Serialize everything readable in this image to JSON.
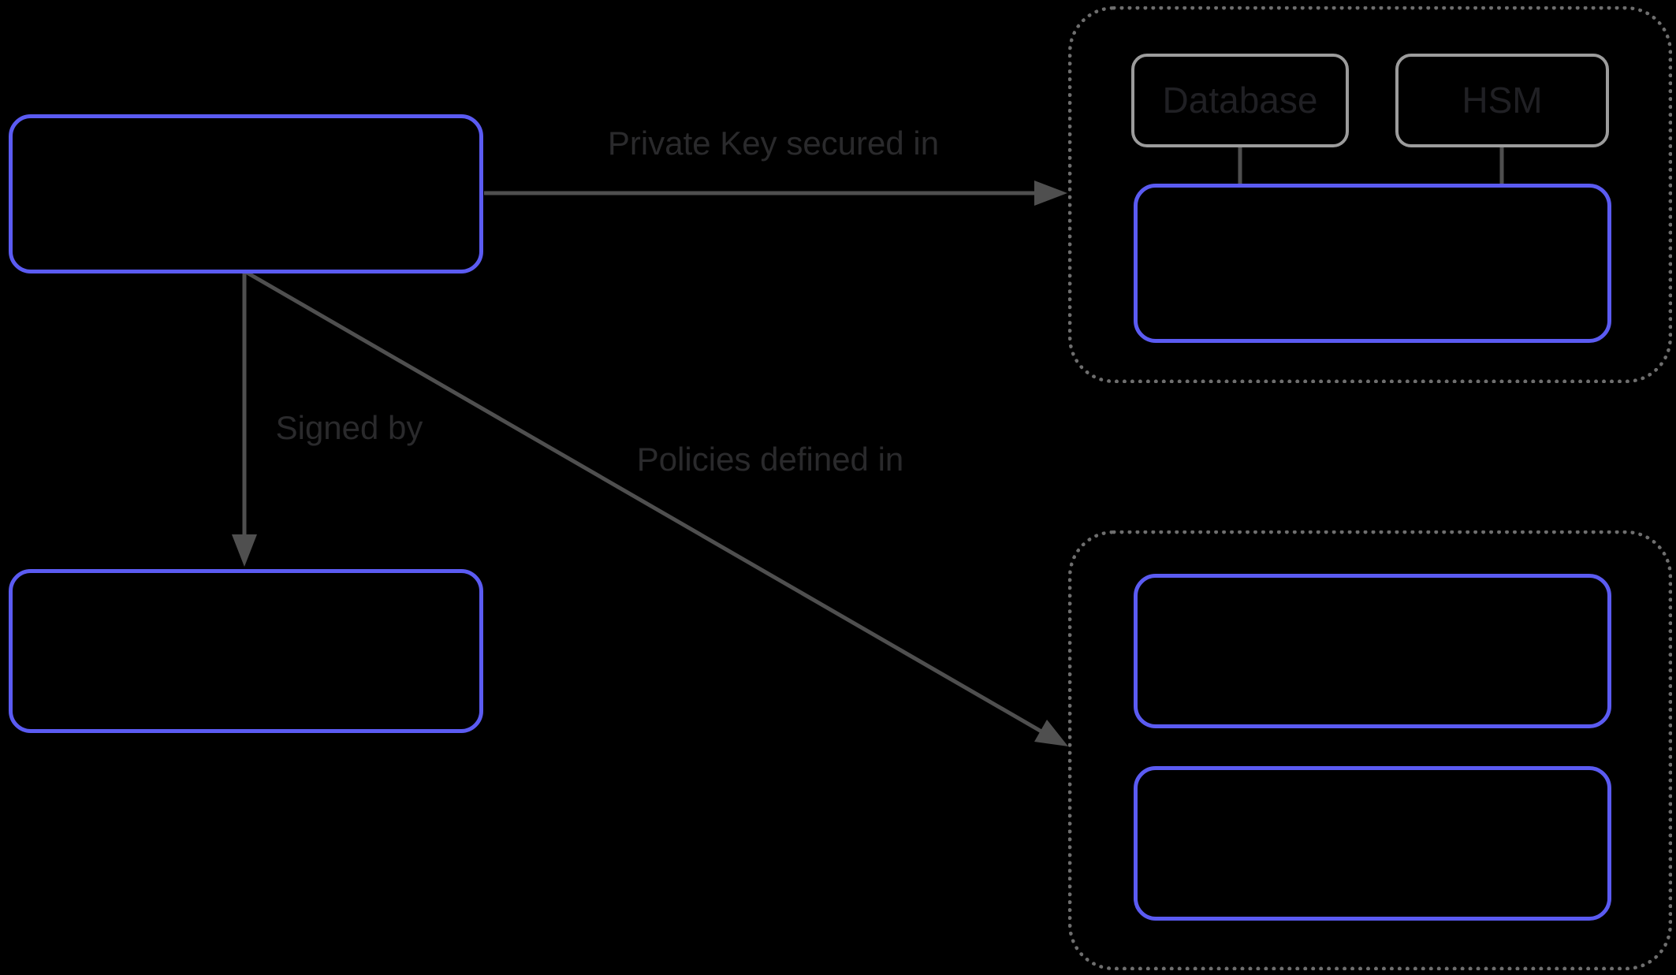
{
  "diagram": {
    "background": "#000000",
    "colors": {
      "node_border_blue": "#5b5bf2",
      "node_border_gray": "#9c9c9c",
      "container_dotted_gray": "#6e6e6e",
      "arrow_gray": "#4f4f4f",
      "edge_label_text": "#2a2a2c",
      "box_label_text": "#202024"
    },
    "nodes": {
      "main_box": {
        "label": ""
      },
      "signed_box": {
        "label": ""
      },
      "database_box": {
        "label": "Database"
      },
      "hsm_box": {
        "label": "HSM"
      },
      "key_storage_box": {
        "label": ""
      },
      "policy_box_1": {
        "label": ""
      },
      "policy_box_2": {
        "label": ""
      }
    },
    "edges": {
      "private_key": {
        "label": "Private Key secured in"
      },
      "signed_by": {
        "label": "Signed by"
      },
      "policies": {
        "label": "Policies defined in"
      }
    }
  }
}
